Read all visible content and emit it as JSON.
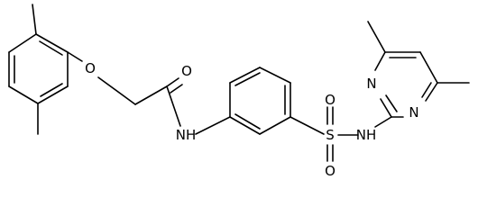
{
  "molecule": {
    "atoms": {
      "ether_oxygen": "O",
      "carbonyl_oxygen": "O",
      "amide_nh": "NH",
      "sulfonyl_s": "S",
      "sulfonyl_o_top": "O",
      "sulfonyl_o_bottom": "O",
      "sulfonamide_nh": "NH",
      "pyrimidine_n_upper": "N",
      "pyrimidine_n_lower": "N"
    }
  }
}
